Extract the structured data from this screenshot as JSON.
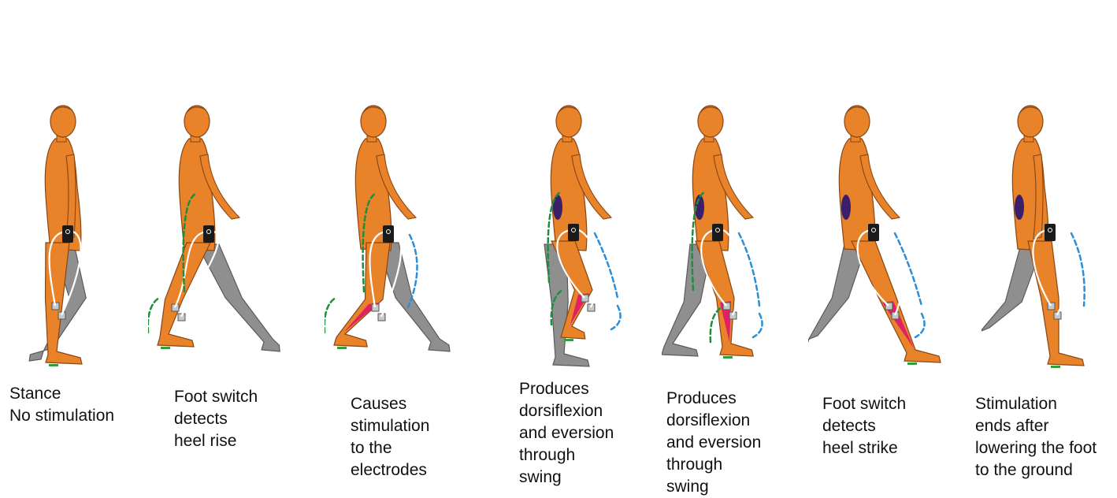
{
  "colors": {
    "skin": "#E8832A",
    "skin_outline": "#8A4512",
    "far_leg": "#8F8F8F",
    "far_leg_outline": "#5A5A5A",
    "muscle": "#E0166E",
    "gluteal": "#3B1F6B",
    "wire": "#FFFFFF",
    "stimulator": "#1A1A1A",
    "electrode": "#C8C8C8",
    "heel_arrow": "#1E8E3E",
    "swing_arrow": "#2A8FD6",
    "foot_switch": "#2E9E3E",
    "foot_switch_pad": "#9ED27A"
  },
  "panels": [
    {
      "caption": [
        "Stance",
        "No stimulation"
      ],
      "stage": "stance",
      "stimulation": false
    },
    {
      "caption": [
        "Foot switch",
        "detects",
        "heel rise"
      ],
      "stage": "heel-rise",
      "stimulation": false
    },
    {
      "caption": [
        "Causes",
        "stimulation",
        "to the",
        "electrodes"
      ],
      "stage": "toe-off",
      "stimulation": true
    },
    {
      "caption": [
        "Produces",
        "dorsiflexion",
        "and eversion",
        "through",
        "swing"
      ],
      "stage": "early-swing",
      "stimulation": true
    },
    {
      "caption": [
        "Produces",
        "dorsiflexion",
        "and eversion",
        "through",
        "swing"
      ],
      "stage": "mid-swing",
      "stimulation": true
    },
    {
      "caption": [
        "Foot switch",
        "detects",
        "heel strike"
      ],
      "stage": "heel-strike",
      "stimulation": true
    },
    {
      "caption": [
        "Stimulation",
        "ends after",
        "lowering the foot",
        "to the ground"
      ],
      "stage": "foot-flat",
      "stimulation": false
    }
  ]
}
